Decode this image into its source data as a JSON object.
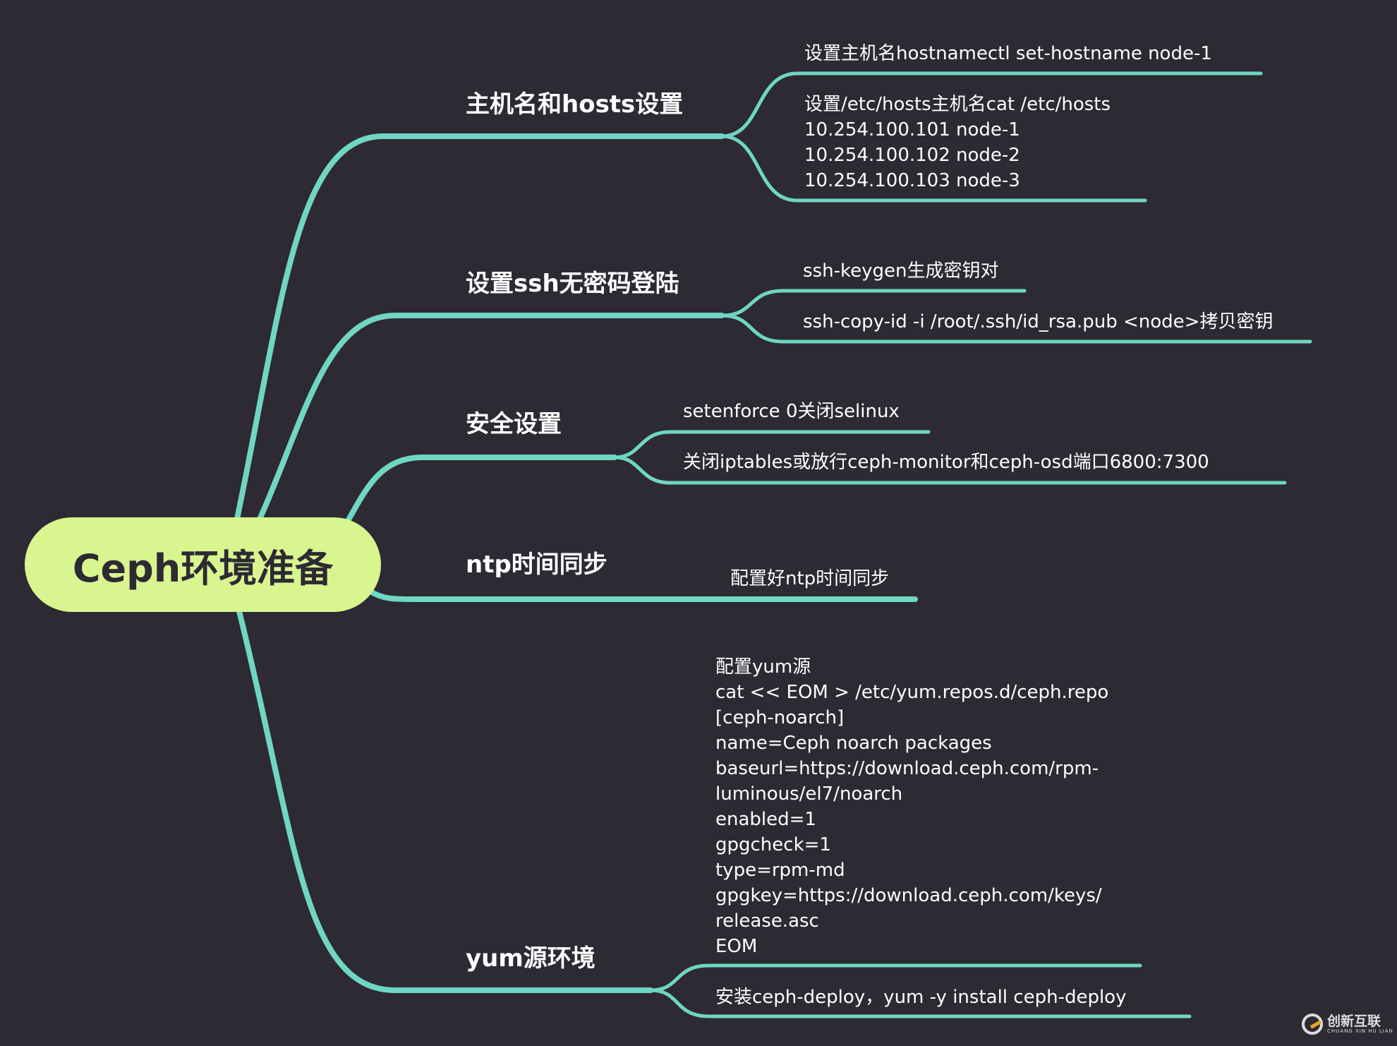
{
  "root": {
    "label": "Ceph环境准备"
  },
  "branches": [
    {
      "label": "主机名和hosts设置",
      "children": [
        {
          "lines": [
            "设置主机名hostnamectl set-hostname node-1"
          ]
        },
        {
          "lines": [
            "设置/etc/hosts主机名cat /etc/hosts",
            "10.254.100.101 node-1",
            "10.254.100.102 node-2",
            "10.254.100.103 node-3"
          ]
        }
      ]
    },
    {
      "label": "设置ssh无密码登陆",
      "children": [
        {
          "lines": [
            "ssh-keygen生成密钥对"
          ]
        },
        {
          "lines": [
            "ssh-copy-id -i /root/.ssh/id_rsa.pub <node>拷贝密钥"
          ]
        }
      ]
    },
    {
      "label": "安全设置",
      "children": [
        {
          "lines": [
            "setenforce 0关闭selinux"
          ]
        },
        {
          "lines": [
            "关闭iptables或放行ceph-monitor和ceph-osd端口6800:7300"
          ]
        }
      ]
    },
    {
      "label": "ntp时间同步",
      "children": [
        {
          "lines": [
            "配置好ntp时间同步"
          ]
        }
      ]
    },
    {
      "label": "yum源环境",
      "children": [
        {
          "lines": [
            "配置yum源",
            "cat << EOM > /etc/yum.repos.d/ceph.repo",
            "[ceph-noarch]",
            "name=Ceph noarch packages",
            "baseurl=https://download.ceph.com/rpm-",
            "luminous/el7/noarch",
            "enabled=1",
            "gpgcheck=1",
            "type=rpm-md",
            "gpgkey=https://download.ceph.com/keys/",
            "release.asc",
            "EOM"
          ]
        },
        {
          "lines": [
            "安装ceph-deploy，yum -y install ceph-deploy"
          ]
        }
      ]
    }
  ],
  "watermark": {
    "title": "创新互联",
    "subtitle": "CHUANG XIN HU LIAN"
  },
  "colors": {
    "background": "#2d2a33",
    "branch": "#6fd6c3",
    "root": "#d8f58f"
  }
}
